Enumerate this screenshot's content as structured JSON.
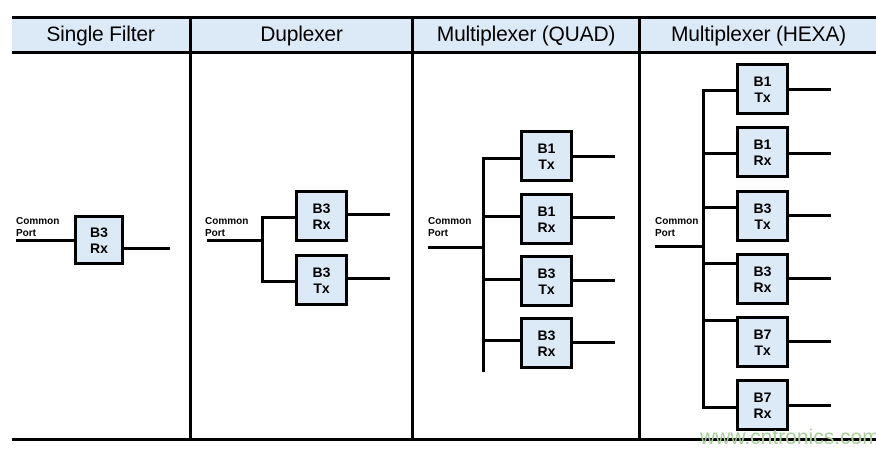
{
  "table": {
    "columns": [
      {
        "header": "Single Filter"
      },
      {
        "header": "Duplexer"
      },
      {
        "header": "Multiplexer (QUAD)"
      },
      {
        "header": "Multiplexer (HEXA)"
      }
    ]
  },
  "common_port_label": {
    "line1": "Common",
    "line2": "Port"
  },
  "diagrams": {
    "single_filter": {
      "title": "Single Filter",
      "filters": [
        {
          "band": "B3",
          "direction": "Rx"
        }
      ]
    },
    "duplexer": {
      "title": "Duplexer",
      "filters": [
        {
          "band": "B3",
          "direction": "Rx"
        },
        {
          "band": "B3",
          "direction": "Tx"
        }
      ]
    },
    "multiplexer_quad": {
      "title": "Multiplexer (QUAD)",
      "filters": [
        {
          "band": "B1",
          "direction": "Tx"
        },
        {
          "band": "B1",
          "direction": "Rx"
        },
        {
          "band": "B3",
          "direction": "Tx"
        },
        {
          "band": "B3",
          "direction": "Rx"
        }
      ]
    },
    "multiplexer_hexa": {
      "title": "Multiplexer (HEXA)",
      "filters": [
        {
          "band": "B1",
          "direction": "Tx"
        },
        {
          "band": "B1",
          "direction": "Rx"
        },
        {
          "band": "B3",
          "direction": "Tx"
        },
        {
          "band": "B3",
          "direction": "Rx"
        },
        {
          "band": "B7",
          "direction": "Tx"
        },
        {
          "band": "B7",
          "direction": "Rx"
        }
      ]
    }
  },
  "watermark": {
    "text": "www.cntronics.com"
  },
  "colors": {
    "box_fill": "#dce9f7",
    "header_fill": "#dce9f7",
    "line": "#000000",
    "watermark": "#a9cf9c",
    "page_background": "#ffffff"
  }
}
